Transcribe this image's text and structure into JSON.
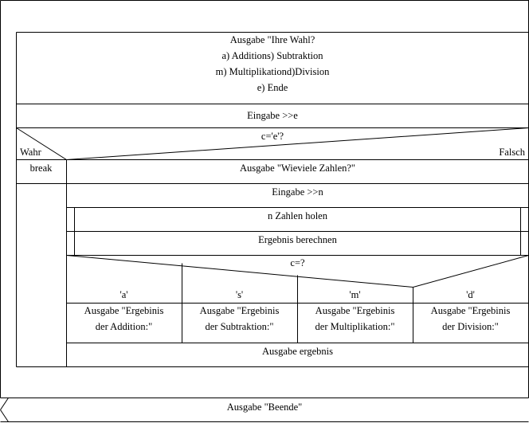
{
  "intro_block": {
    "lines": [
      "Ausgabe \"Ihre Wahl?",
      "a) Additions) Subtraktion",
      "m) Multiplikationd)Division",
      "e) Ende"
    ]
  },
  "input_choice": "Eingabe >>e",
  "decision_exit": {
    "condition": "c='e'?",
    "true_label": "Wahr",
    "false_label": "Falsch",
    "true_action": "break"
  },
  "false_branch": {
    "ask_count": "Ausgabe \"Wieviele Zahlen?\"",
    "input_count": "Eingabe >>n",
    "call_get_numbers": "n Zahlen holen",
    "call_compute": "Ergebnis berechnen",
    "case": {
      "condition": "c=?",
      "cases": [
        {
          "value": "'a'",
          "lines": [
            "Ausgabe \"Ergebinis",
            "der Addition:\""
          ]
        },
        {
          "value": "'s'",
          "lines": [
            "Ausgabe \"Ergebinis",
            "der Subtraktion:\""
          ]
        },
        {
          "value": "'m'",
          "lines": [
            "Ausgabe \"Ergebinis",
            "der Multiplikation:\""
          ]
        },
        {
          "value": "'d'",
          "lines": [
            "Ausgabe \"Ergebinis",
            "der Division:\""
          ]
        }
      ]
    },
    "output_result": "Ausgabe ergebnis"
  },
  "final_output": "Ausgabe \"Beende\""
}
